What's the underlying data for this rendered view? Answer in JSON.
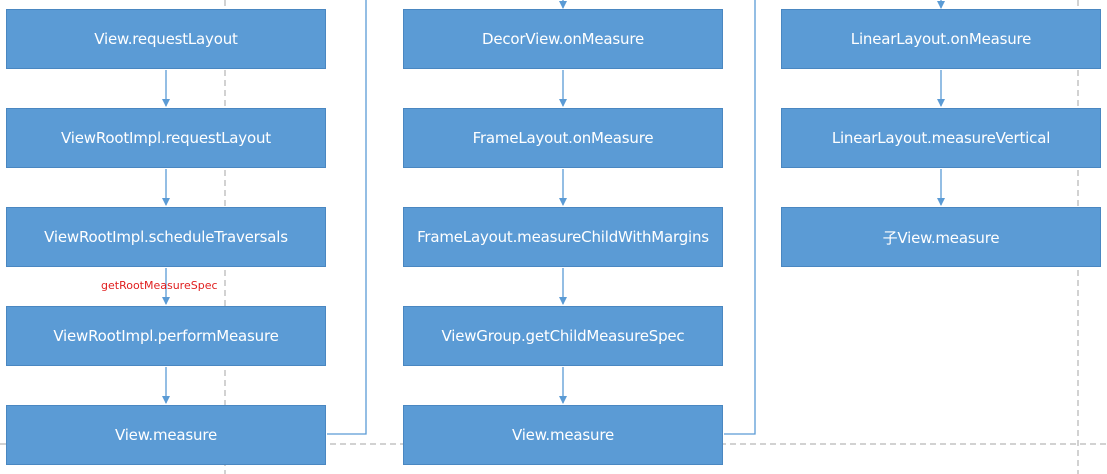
{
  "colors": {
    "box_fill": "#5b9bd5",
    "box_text": "#ffffff",
    "arrow": "#5b9bd5",
    "guide": "#a6a6a6",
    "note": "#e01e1e"
  },
  "columns": [
    {
      "id": "col1",
      "nodes": [
        "View.requestLayout",
        "ViewRootImpl.requestLayout",
        "ViewRootImpl.scheduleTraversals",
        "ViewRootImpl.performMeasure",
        "View.measure"
      ]
    },
    {
      "id": "col2",
      "nodes": [
        "DecorView.onMeasure",
        "FrameLayout.onMeasure",
        "FrameLayout.measureChildWithMargins",
        "ViewGroup.getChildMeasureSpec",
        "View.measure"
      ]
    },
    {
      "id": "col3",
      "nodes": [
        "LinearLayout.onMeasure",
        "LinearLayout.measureVertical",
        "子View.measure"
      ]
    }
  ],
  "annotations": {
    "root_measure_spec": "getRootMeasureSpec"
  }
}
